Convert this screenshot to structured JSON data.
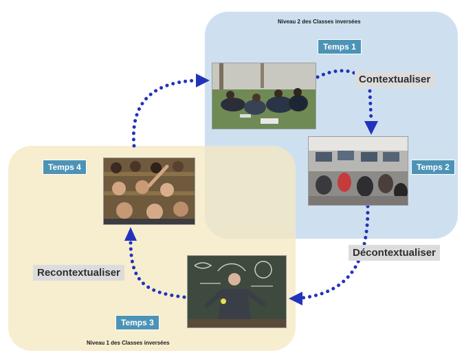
{
  "diagram": {
    "regions": {
      "level2": {
        "title": "Niveau 2 des Classes inversées",
        "color": "#b0cde6"
      },
      "level1": {
        "title": "Niveau 1 des Classes inversées",
        "color": "#f5e8c2"
      }
    },
    "time_badges": {
      "t1": "Temps 1",
      "t2": "Temps 2",
      "t3": "Temps 3",
      "t4": "Temps 4"
    },
    "phase_labels": {
      "contextualiser": "Contextualiser",
      "decontextualiser": "Décontextualiser",
      "recontextualiser": "Recontextualiser"
    },
    "arrow_color": "#2233bb",
    "photos": [
      {
        "name": "group-discussion-outdoor-photo"
      },
      {
        "name": "classroom-computer-lab-photo"
      },
      {
        "name": "lecturer-at-blackboard-photo"
      },
      {
        "name": "students-raising-hands-photo"
      }
    ]
  }
}
